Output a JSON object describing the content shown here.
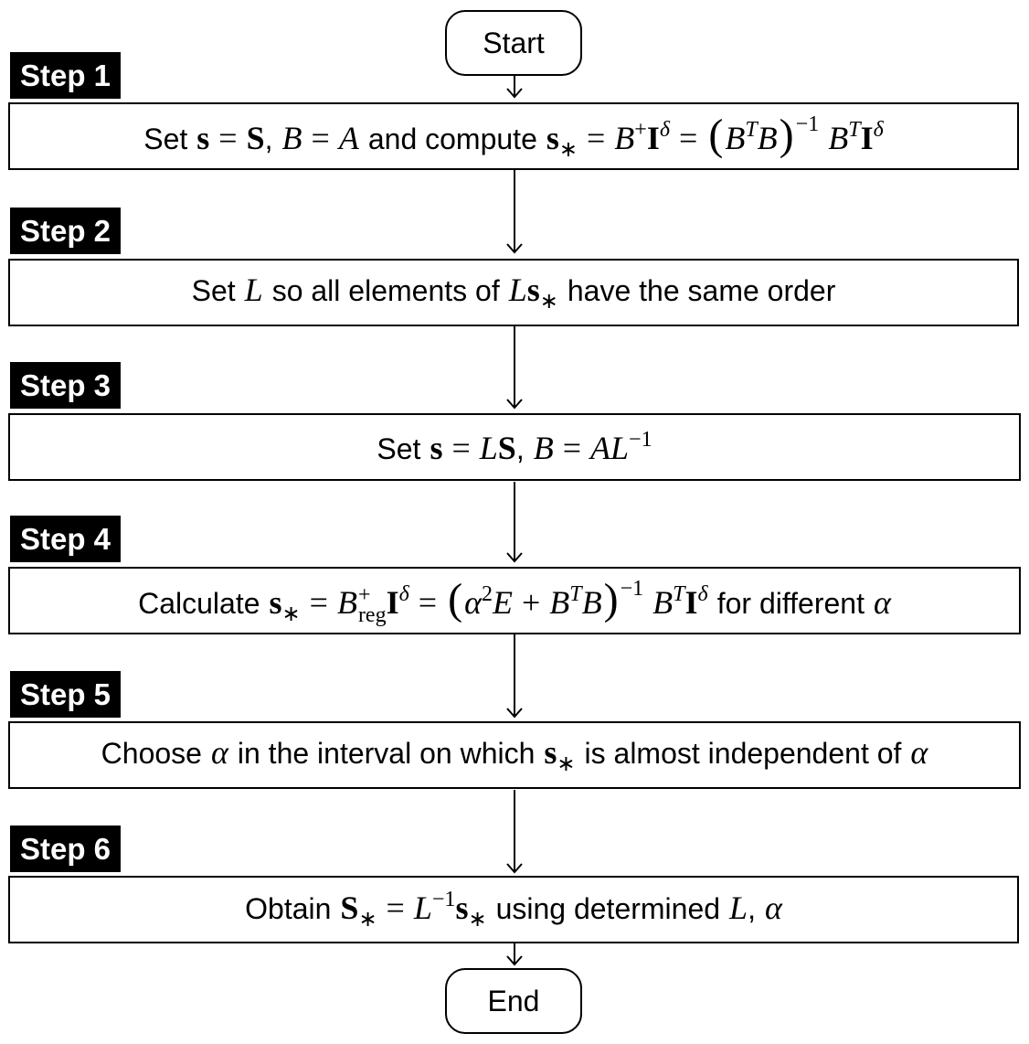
{
  "start_label": "Start",
  "end_label": "End",
  "steps": [
    {
      "tag": "Step 1"
    },
    {
      "tag": "Step 2"
    },
    {
      "tag": "Step 3"
    },
    {
      "tag": "Step 4"
    },
    {
      "tag": "Step 5"
    },
    {
      "tag": "Step 6"
    }
  ],
  "text": {
    "set": "Set",
    "and_compute": "and compute",
    "so_all_elements_of": "so all elements of",
    "have_the_same_order": "have the same order",
    "calculate": "Calculate",
    "for_different": "for different",
    "choose": "Choose",
    "in_interval": "in the interval on which",
    "almost_independent": "is almost independent of",
    "obtain": "Obtain",
    "using_determined": "using determined"
  }
}
